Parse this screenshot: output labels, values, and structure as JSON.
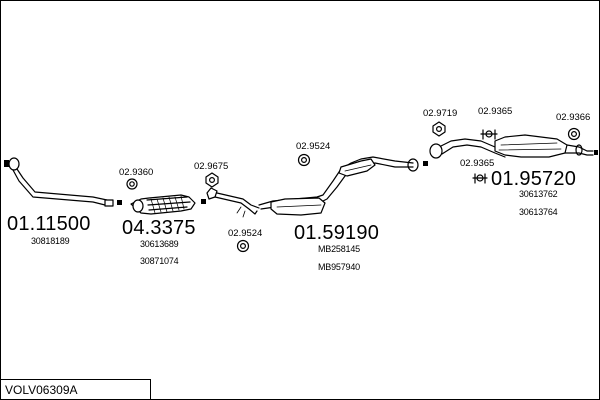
{
  "diagram_code": "VOLV06309A",
  "parts": {
    "front_pipe": {
      "number": "01.11500",
      "refs": [
        "30818189"
      ]
    },
    "catalyst": {
      "number": "04.3375",
      "refs": [
        "30613689",
        "30871074"
      ]
    },
    "center_pipe": {
      "number": "01.59190",
      "refs": [
        "MB258145",
        "MB957940"
      ]
    },
    "rear_silencer": {
      "number": "01.95720",
      "refs": [
        "30613762",
        "30613764"
      ]
    }
  },
  "fittings": {
    "f1": "02.9360",
    "f2": "02.9675",
    "f3": "02.9524",
    "f4": "02.9524",
    "f5": "02.9719",
    "f6": "02.9365",
    "f7": "02.9366",
    "f8": "02.9365"
  },
  "icons": [
    "exhaust-pipe-icon",
    "catalyst-icon",
    "rubber-hanger-icon",
    "clamp-icon",
    "gasket-icon",
    "silencer-icon"
  ]
}
